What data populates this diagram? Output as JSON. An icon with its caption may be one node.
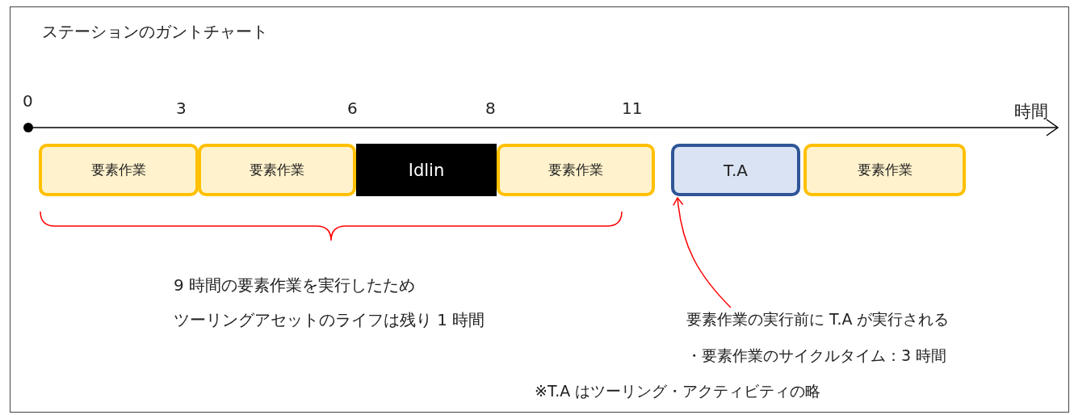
{
  "diagram": {
    "title": "ステーションのガントチャート",
    "nodes": [
      {
        "text": [
          "要素作業"
        ]
      },
      {
        "text": [
          "要素作業"
        ]
      },
      {
        "text": [
          "Idlin"
        ]
      },
      {
        "text": [
          "要素作業"
        ]
      },
      {
        "text": [
          "T.A"
        ]
      },
      {
        "text": [
          "要素作業"
        ]
      },
      {
        "text": [
          "要素作業の実行前に T.A が実行される"
        ]
      }
    ],
    "edges": [
      {
        "from": 6,
        "to": 4,
        "arrow": "to"
      }
    ],
    "labels": [
      "0",
      "3",
      "6",
      "8",
      "11",
      "時間",
      "9 時間の要素作業を実行したため",
      "ツーリングアセットのライフは残り 1 時間",
      "・要素作業のサイクルタイム：3 時間",
      "※T.A はツーリング・アクティビティの略"
    ]
  }
}
